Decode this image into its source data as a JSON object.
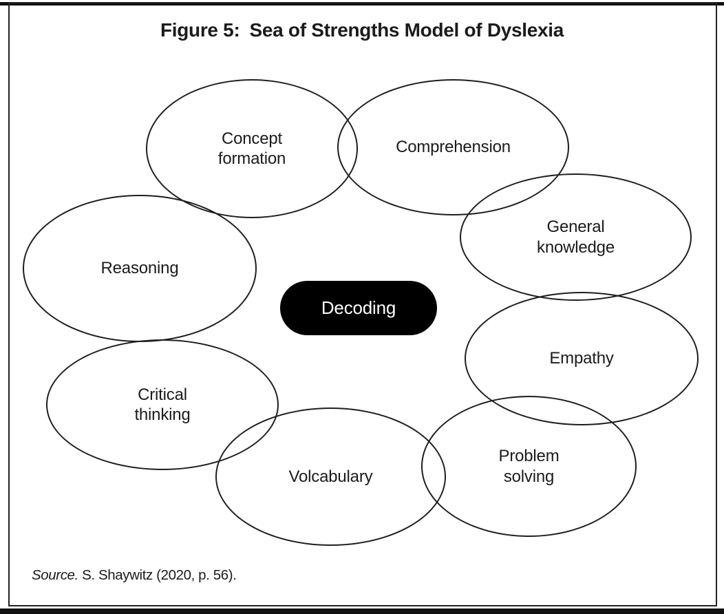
{
  "figure": {
    "title_label": "Figure 5:",
    "title_text": "Sea of Strengths Model of Dyslexia"
  },
  "diagram": {
    "center": {
      "label": "Decoding",
      "fill_color": "#000000",
      "text_color": "#ffffff"
    },
    "strengths": [
      {
        "id": "concept-formation",
        "label": "Concept\nformation"
      },
      {
        "id": "comprehension",
        "label": "Comprehension"
      },
      {
        "id": "general-knowledge",
        "label": "General\nknowledge"
      },
      {
        "id": "empathy",
        "label": "Empathy"
      },
      {
        "id": "problem-solving",
        "label": "Problem\nsolving"
      },
      {
        "id": "vocabulary",
        "label": "Volcabulary"
      },
      {
        "id": "critical-thinking",
        "label": "Critical\nthinking"
      },
      {
        "id": "reasoning",
        "label": "Reasoning"
      }
    ],
    "outline_color": "#1e1e1e"
  },
  "source": {
    "prefix": "Source.",
    "text": " S. Shaywitz (2020, p. 56)."
  }
}
